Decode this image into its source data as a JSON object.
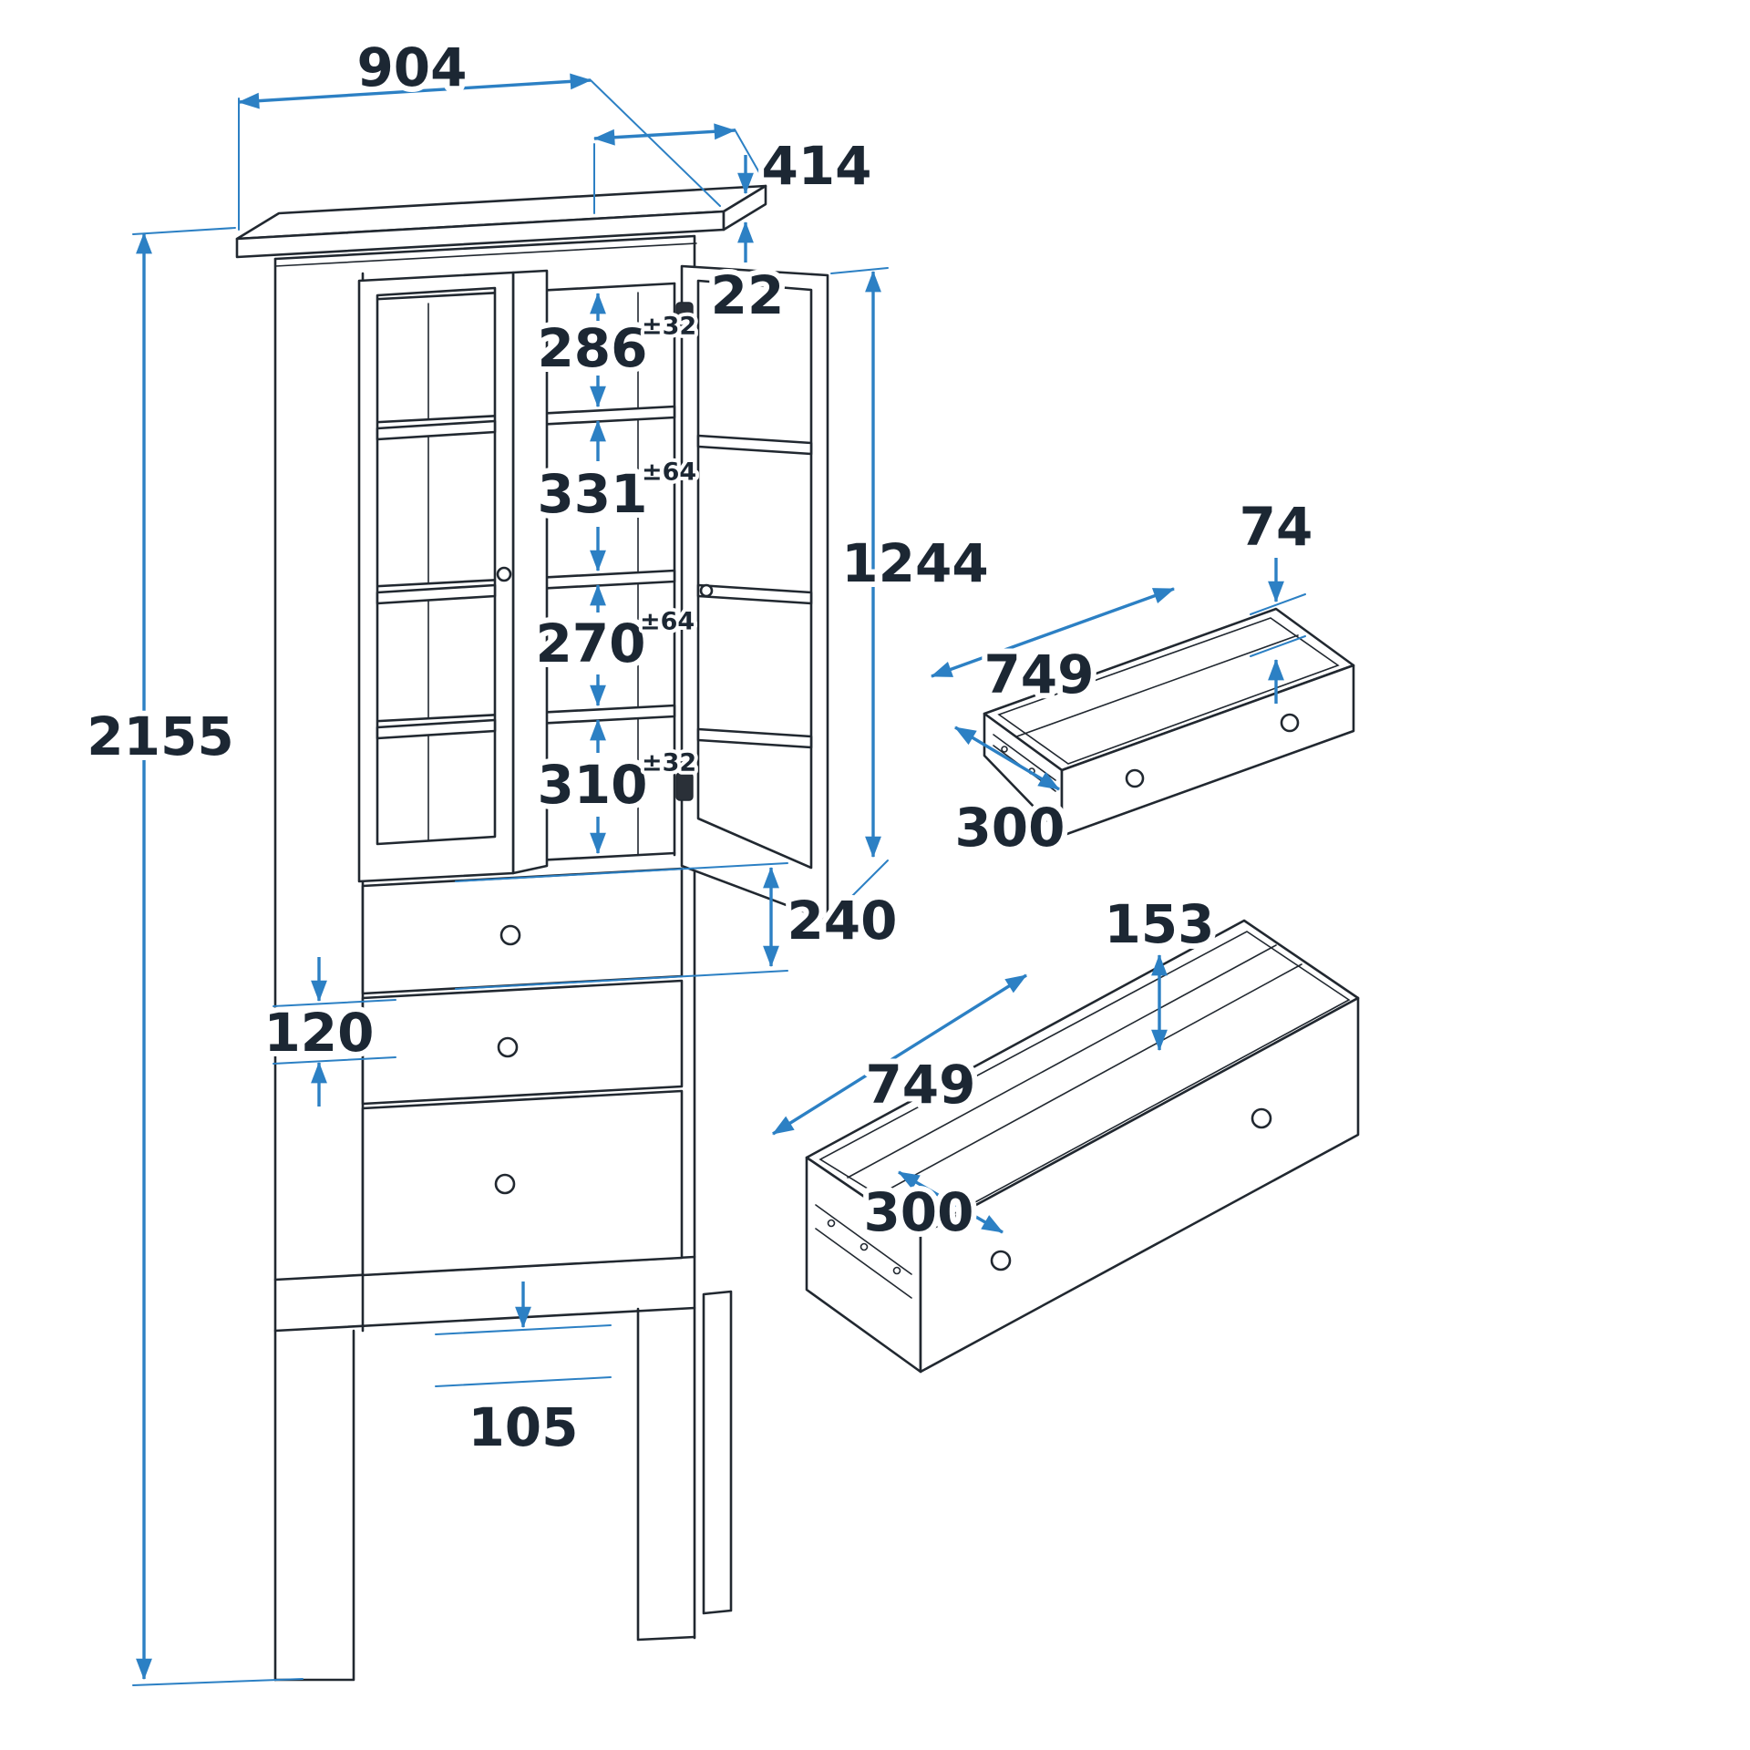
{
  "colors": {
    "dimension_blue": "#2C80C4",
    "text_dark": "#1C2733",
    "linework_black": "#212830",
    "background": "#FFFFFF"
  },
  "cabinet": {
    "width": "904",
    "depth": "414",
    "top_thickness": "22",
    "overall_height": "2155",
    "door_height": "1244",
    "shelf_spacings": [
      {
        "value": "286",
        "tolerance": "±32"
      },
      {
        "value": "331",
        "tolerance": "±64"
      },
      {
        "value": "270",
        "tolerance": "±64"
      },
      {
        "value": "310",
        "tolerance": "±32"
      }
    ],
    "drawer_front_height": "240",
    "base_height": "120",
    "floor_clearance": "105"
  },
  "shallow_drawer": {
    "height": "74",
    "width": "749",
    "depth": "300"
  },
  "deep_drawer": {
    "height": "153",
    "width": "749",
    "depth": "300"
  }
}
